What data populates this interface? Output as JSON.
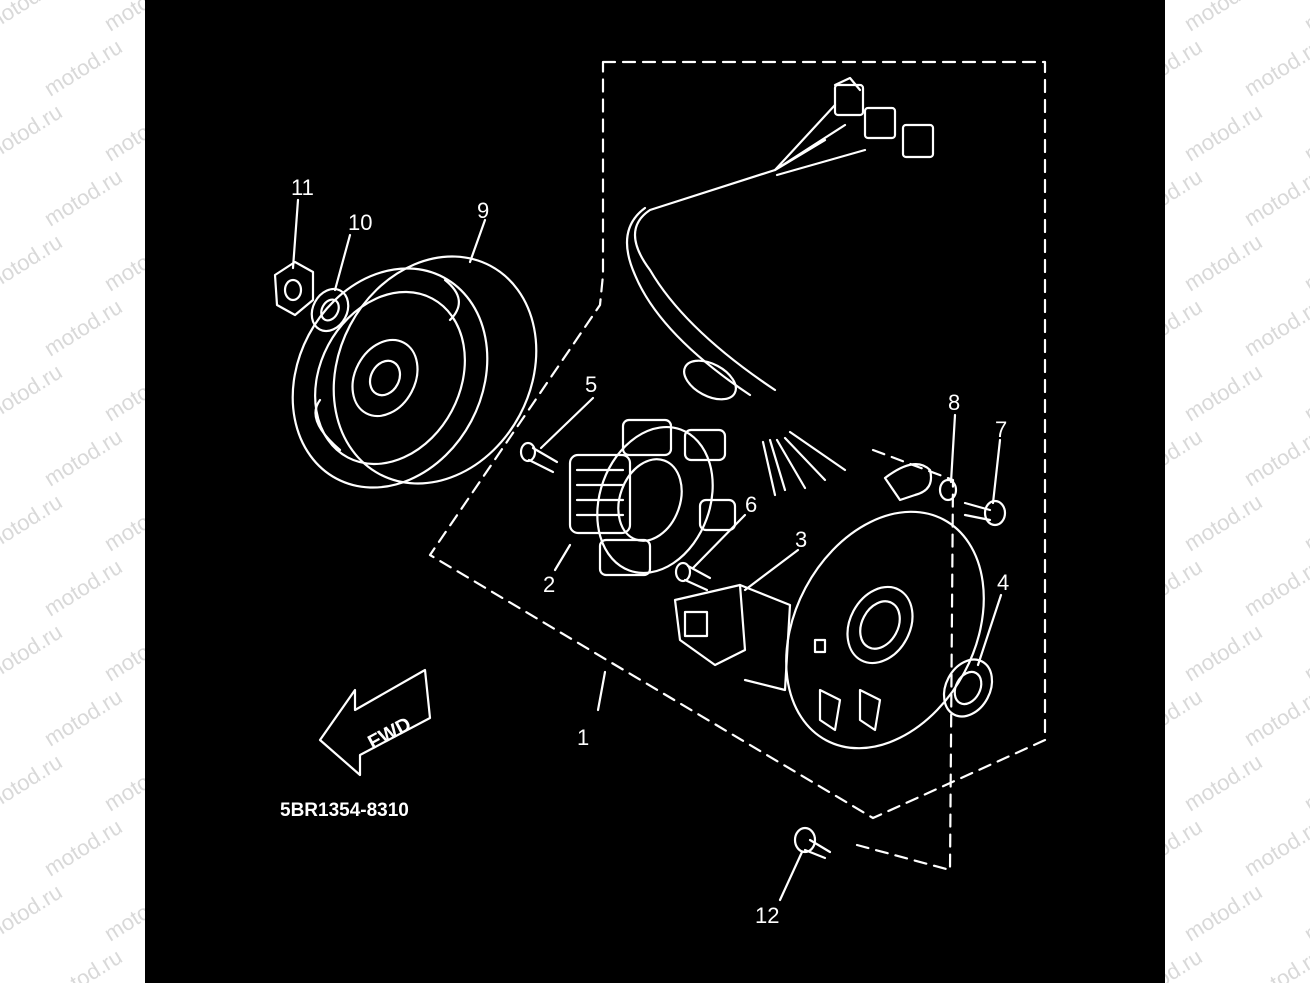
{
  "watermark": {
    "text": "motod.ru"
  },
  "diagram": {
    "part_code": "5BR1354-8310",
    "direction_label": "FWD",
    "callouts": [
      "1",
      "2",
      "3",
      "4",
      "5",
      "6",
      "7",
      "8",
      "9",
      "10",
      "11",
      "12"
    ]
  },
  "colors": {
    "background": "#000000",
    "lines": "#ffffff",
    "page": "#ffffff",
    "watermark": "#d9d9d9"
  }
}
